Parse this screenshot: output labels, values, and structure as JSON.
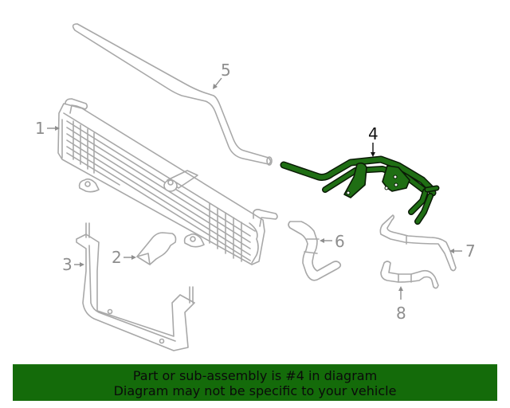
{
  "diagram": {
    "highlighted_part": "4",
    "highlight_color": "#1f6e14",
    "line_color": "#a8a8a8",
    "callouts": [
      {
        "id": "1",
        "label": "1"
      },
      {
        "id": "2",
        "label": "2"
      },
      {
        "id": "3",
        "label": "3"
      },
      {
        "id": "4",
        "label": "4"
      },
      {
        "id": "5",
        "label": "5"
      },
      {
        "id": "6",
        "label": "6"
      },
      {
        "id": "7",
        "label": "7"
      },
      {
        "id": "8",
        "label": "8"
      }
    ]
  },
  "banner": {
    "line1": "Part or sub-assembly is #4 in diagram",
    "line2": "Diagram may not be specific to your vehicle",
    "background": "#146b0a"
  }
}
